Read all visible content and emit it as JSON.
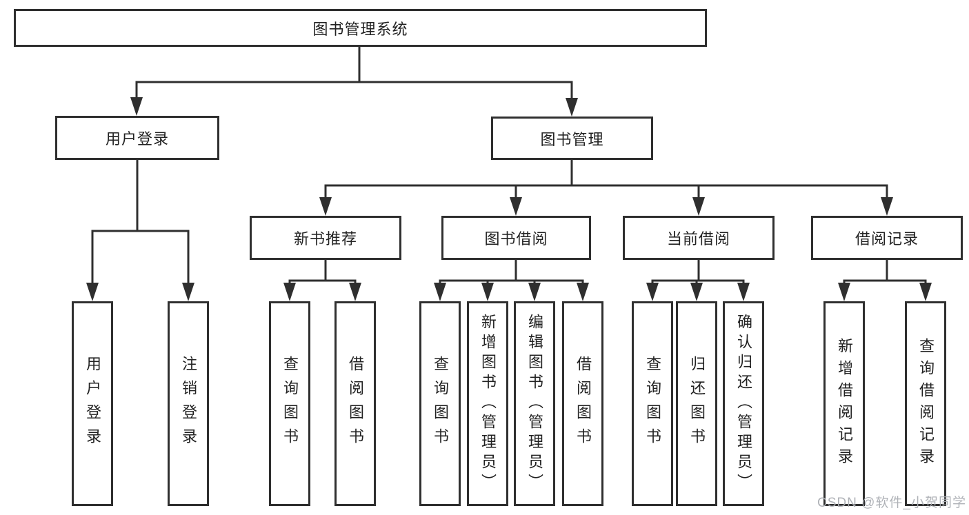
{
  "diagram": {
    "type": "hierarchy-tree",
    "line_color": "#2f2f2f",
    "box_background": "#ffffff",
    "text_color": "#222222",
    "tree": {
      "root": "图书管理系统",
      "children": [
        {
          "label": "用户登录",
          "children": [
            "用户登录",
            "注销登录"
          ]
        },
        {
          "label": "图书管理",
          "children": [
            {
              "label": "新书推荐",
              "children": [
                "查询图书",
                "借阅图书"
              ]
            },
            {
              "label": "图书借阅",
              "children": [
                "查询图书",
                "新增图书（管理员）",
                "编辑图书（管理员）",
                "借阅图书"
              ]
            },
            {
              "label": "当前借阅",
              "children": [
                "查询图书",
                "归还图书",
                "确认归还（管理员）"
              ]
            },
            {
              "label": "借阅记录",
              "children": [
                "新增借阅记录",
                "查询借阅记录"
              ]
            }
          ]
        }
      ]
    }
  },
  "watermark": {
    "text": "CSDN @软件_小贺同学",
    "color": "#abaeb3"
  }
}
